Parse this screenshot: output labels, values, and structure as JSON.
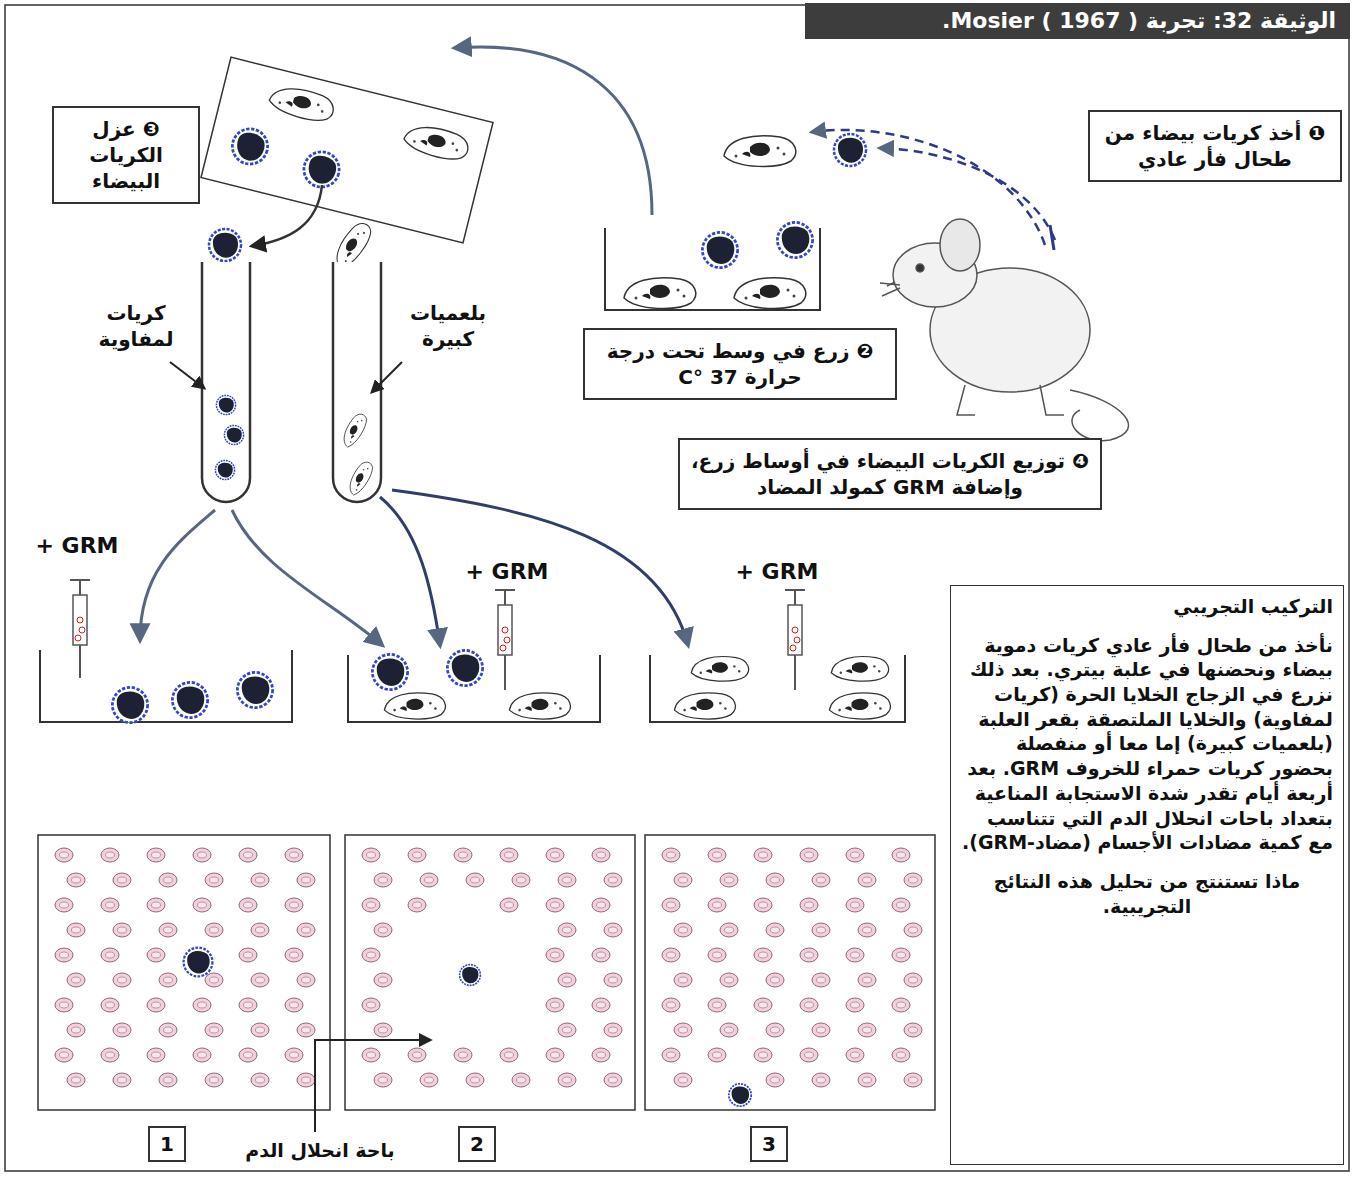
{
  "diagram": {
    "title": "الوثيقة 32: تجربة Mosier ( 1967 ).",
    "nodes": [
      {
        "text": [
          "❶ أخذ كريات بيضاء من طحال فأر عادي"
        ]
      },
      {
        "text": [
          "❷ زرع في وسط تحت درجة حرارة 37 °C"
        ]
      },
      {
        "text": [
          "❸ عزل الكريات البيضاء"
        ]
      },
      {
        "text": [
          "❹ توزيع الكريات البيضاء في أوساط زرع، وإضافة GRM كمولد المضاد"
        ]
      },
      {
        "text": [
          "التركيب التجريبي",
          "نأخذ من طحال فأر عادي كريات دموية بيضاء ونحضنها في علبة بيتري. بعد ذلك نزرع في الزجاج الخلايا الحرة (كريات لمفاوية) والخلايا الملتصقة بقعر العلبة (بلعميات كبيرة) إما معا أو منفصلة بحضور كريات حمراء للخروف GRM. بعد أربعة أيام تقدر شدة الاستجابة المناعية بتعداد باحات انحلال الدم التي تتناسب مع كمية مضادات الأجسام (مضاد-GRM).",
          "ماذا تستنتج من تحليل هذه النتائج التجريبية."
        ]
      },
      {
        "text": [
          "1"
        ]
      },
      {
        "text": [
          "2"
        ]
      },
      {
        "text": [
          "3"
        ]
      }
    ],
    "labels": [
      "كريات لمفاوية",
      "بلعميات كبيرة",
      "+ GRM",
      "+ GRM",
      "+ GRM",
      "باحة انحلال الدم"
    ]
  }
}
